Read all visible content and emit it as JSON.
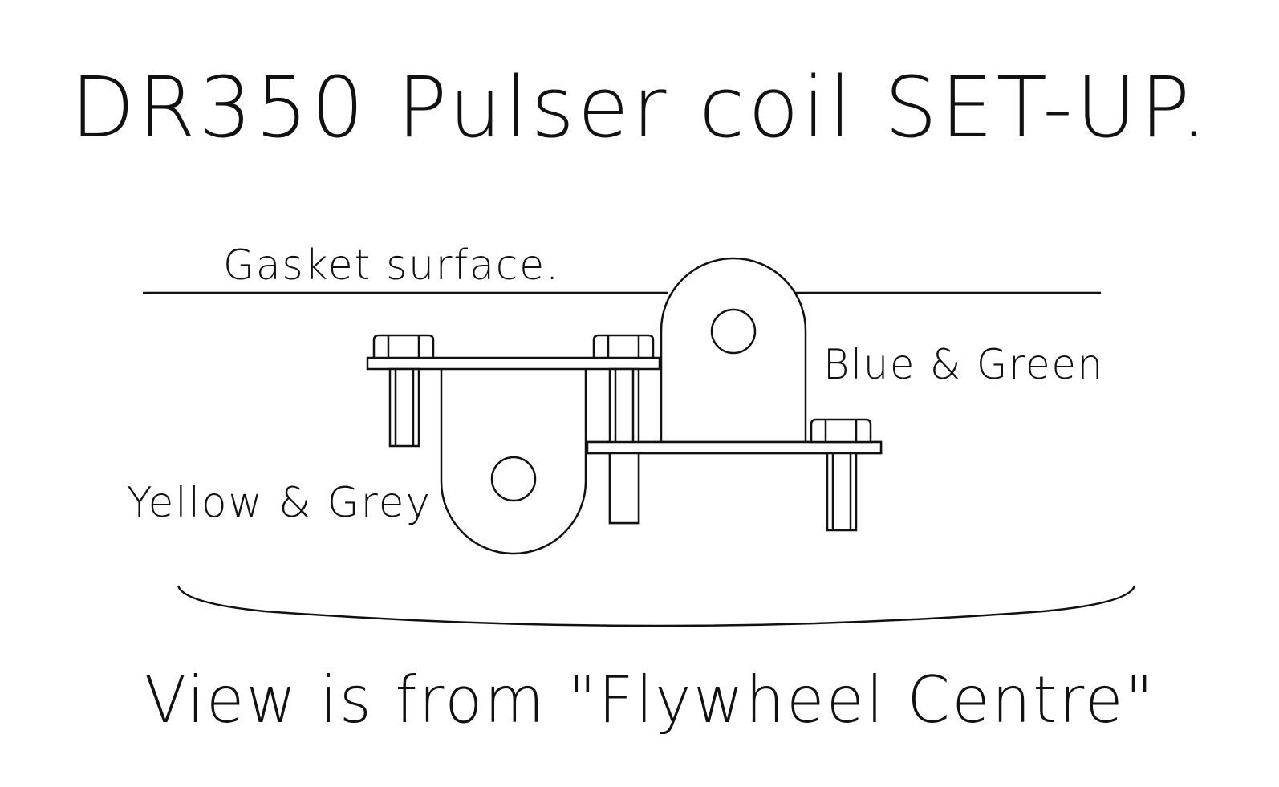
{
  "title": "DR350 Pulser coil SET-UP.",
  "labels": {
    "gasket": "Gasket surface.",
    "blue_green": "Blue & Green",
    "yellow_grey": "Yellow & Grey"
  },
  "caption": "View is from \"Flywheel Centre\"",
  "colors": {
    "ink": "#111111",
    "paper": "#ffffff"
  }
}
